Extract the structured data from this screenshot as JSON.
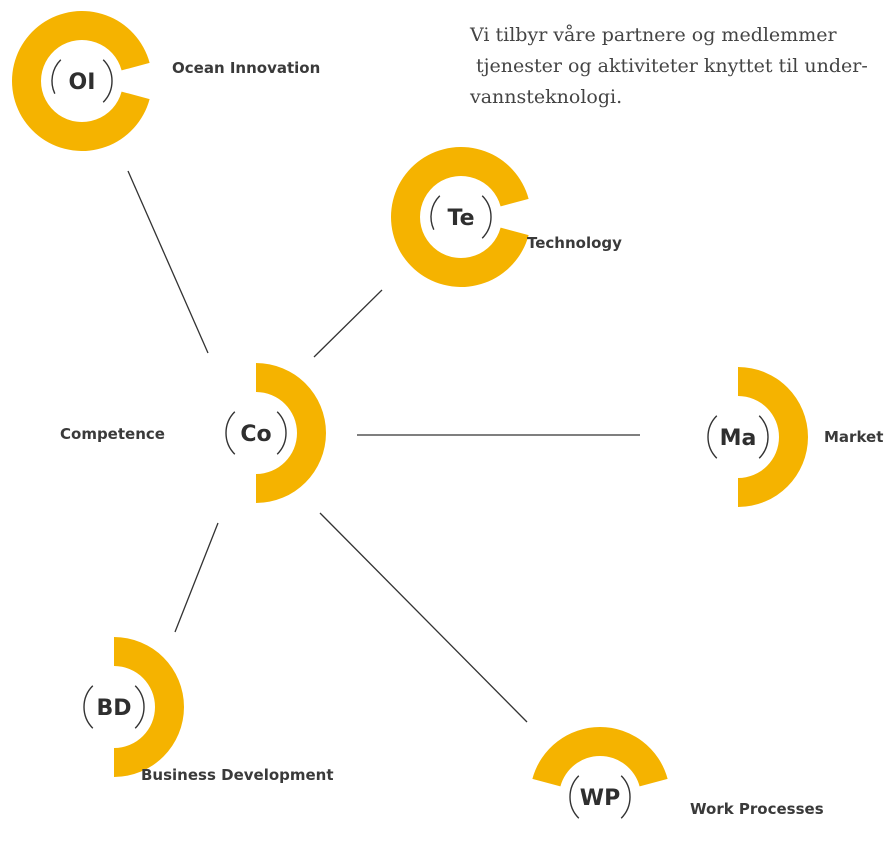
{
  "intro": {
    "line1": "Vi tilbyr våre partnere og medlemmer",
    "line2": "tjenester og aktiviteter knyttet til under-",
    "line3": "vannsteknologi."
  },
  "colors": {
    "ring": "#F5B300",
    "line": "#333333",
    "text": "#3a3a3a"
  },
  "nodes": [
    {
      "id": "ocean-innovation",
      "abbr": "OI",
      "label": "Ocean Innovation",
      "arc": "c-left"
    },
    {
      "id": "technology",
      "abbr": "Te",
      "label": "Technology",
      "arc": "c-left"
    },
    {
      "id": "competence",
      "abbr": "Co",
      "label": "Competence",
      "arc": "c-right"
    },
    {
      "id": "market",
      "abbr": "Ma",
      "label": "Market",
      "arc": "c-right"
    },
    {
      "id": "business-development",
      "abbr": "BD",
      "label": "Business Development",
      "arc": "c-right"
    },
    {
      "id": "work-processes",
      "abbr": "WP",
      "label": "Work Processes",
      "arc": "c-top"
    }
  ],
  "edges": [
    {
      "from": "competence",
      "to": "ocean-innovation"
    },
    {
      "from": "competence",
      "to": "technology"
    },
    {
      "from": "competence",
      "to": "market"
    },
    {
      "from": "competence",
      "to": "business-development"
    },
    {
      "from": "competence",
      "to": "work-processes"
    }
  ]
}
